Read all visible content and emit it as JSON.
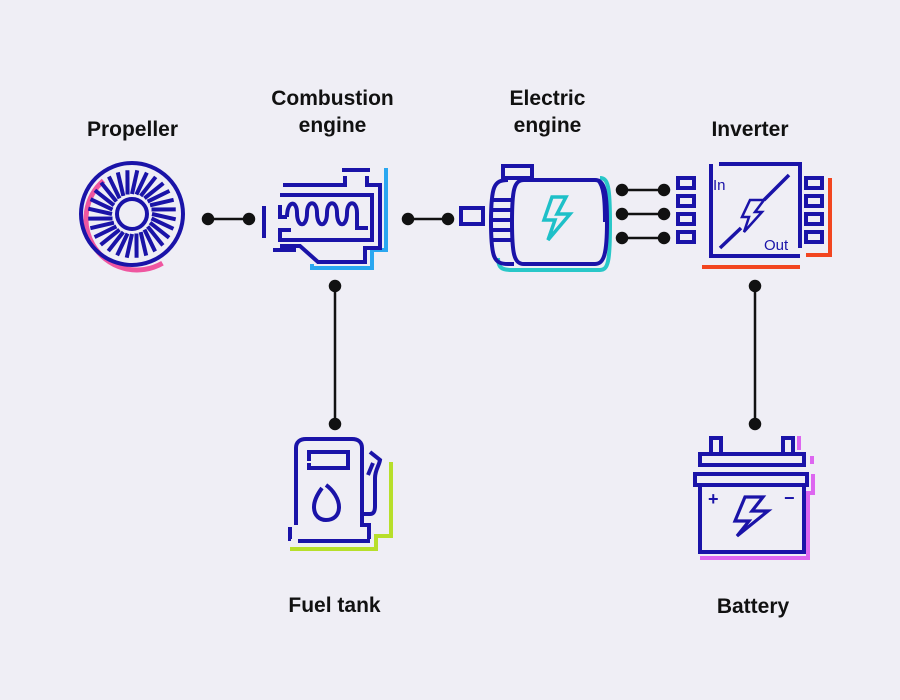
{
  "diagram": {
    "title": "Hybrid propulsion system",
    "nodes": [
      {
        "id": "propeller",
        "label": "Propeller",
        "icon": "propeller-icon"
      },
      {
        "id": "combustion",
        "label": "Combustion\nengine",
        "icon": "combustion-engine-icon"
      },
      {
        "id": "electric",
        "label": "Electric\nengine",
        "icon": "electric-motor-icon"
      },
      {
        "id": "inverter",
        "label": "Inverter",
        "icon": "inverter-icon"
      },
      {
        "id": "fuel",
        "label": "Fuel tank",
        "icon": "fuel-pump-icon"
      },
      {
        "id": "battery",
        "label": "Battery",
        "icon": "battery-icon"
      }
    ],
    "edges": [
      {
        "from": "propeller",
        "to": "combustion"
      },
      {
        "from": "combustion",
        "to": "electric"
      },
      {
        "from": "electric",
        "to": "inverter",
        "lines": 3
      },
      {
        "from": "combustion",
        "to": "fuel"
      },
      {
        "from": "inverter",
        "to": "battery"
      }
    ],
    "inverter_text": {
      "in": "In",
      "out": "Out"
    },
    "battery_text": {
      "plus": "+",
      "minus": "−"
    },
    "colors": {
      "background": "#efeef5",
      "stroke": "#1a13a8",
      "connector": "#111111",
      "propeller_accent": "#ee4d9b",
      "combustion_accent": "#2aa7f0",
      "electric_accent": "#29c7c8",
      "bolt": "#1ec0c8",
      "inverter_accent": "#f2451f",
      "fuel_accent": "#b7df2a",
      "battery_accent": "#dd66f0"
    }
  }
}
